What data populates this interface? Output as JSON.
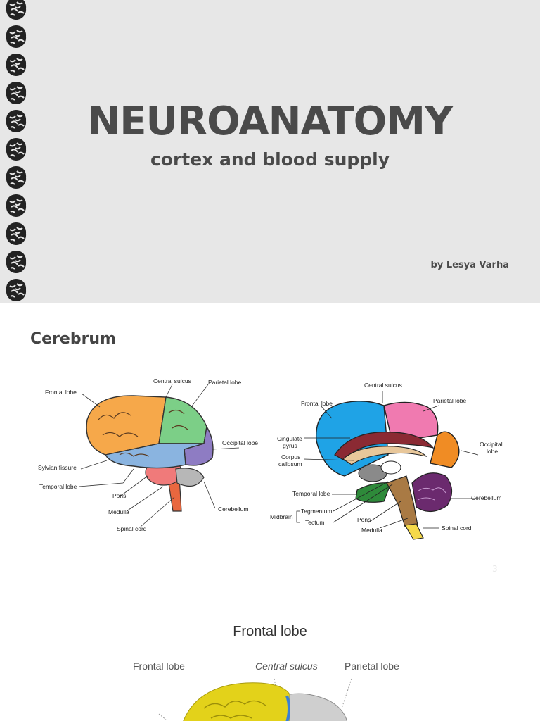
{
  "cover": {
    "title": "NEUROANATOMY",
    "subtitle": "cortex and blood supply",
    "byline": "by Lesya Varha"
  },
  "cerebrum": {
    "heading": "Cerebrum",
    "lateral_labels": {
      "frontal": "Frontal lobe",
      "central": "Central sulcus",
      "parietal": "Parietal lobe",
      "occipital": "Occipital lobe",
      "sylvian": "Sylvian fissure",
      "temporal": "Temporal lobe",
      "pons": "Pons",
      "medulla": "Medulla",
      "spinal": "Spinal cord",
      "cerebellum": "Cerebellum"
    },
    "medial_labels": {
      "central": "Central sulcus",
      "frontal": "Frontal lobe",
      "parietal": "Parietal lobe",
      "occipital_1": "Occipital",
      "occipital_2": "lobe",
      "cingulate_1": "Cingulate",
      "cingulate_2": "gyrus",
      "corpus_1": "Corpus",
      "corpus_2": "callosum",
      "temporal": "Temporal lobe",
      "cerebellum": "Cerebellum",
      "midbrain": "Midbrain",
      "tegmentum": "Tegmentum",
      "tectum": "Tectum",
      "pons": "Pons",
      "medulla": "Medulla",
      "spinal": "Spinal cord"
    },
    "page_number": "3"
  },
  "frontal_slide": {
    "title": "Frontal lobe",
    "label_left": "Frontal lobe",
    "label_center": "Central sulcus",
    "label_right": "Parietal lobe"
  },
  "colors": {
    "frontal": "#f6a84a",
    "parietal": "#7ccf87",
    "temporal": "#8ab4e0",
    "occipital": "#8e7cc3",
    "medial_frontal": "#1fa3e6",
    "medial_parietal": "#f07ab0",
    "medial_occipital": "#f08c24",
    "cerebellum": "#6b2a6e"
  }
}
